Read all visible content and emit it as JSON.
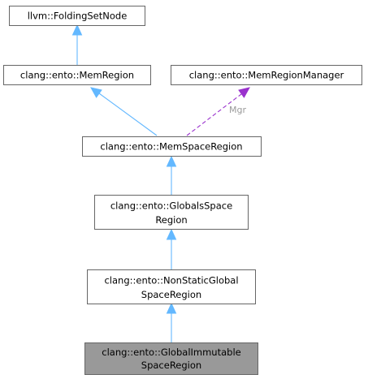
{
  "nodes": {
    "folding_set_node": {
      "label": "llvm::FoldingSetNode"
    },
    "mem_region": {
      "label": "clang::ento::MemRegion"
    },
    "mem_region_manager": {
      "label": "clang::ento::MemRegionManager"
    },
    "mem_space_region": {
      "label": "clang::ento::MemSpaceRegion"
    },
    "globals_space_region": {
      "line1": "clang::ento::GlobalsSpace",
      "line2": "Region"
    },
    "non_static_global_space_region": {
      "line1": "clang::ento::NonStaticGlobal",
      "line2": "SpaceRegion"
    },
    "global_immutable_space_region": {
      "line1": "clang::ento::GlobalImmutable",
      "line2": "SpaceRegion"
    }
  },
  "edges": {
    "mgr_label": "Mgr"
  },
  "colors": {
    "inheritance": "#63b8ff",
    "usage": "#9a32cd",
    "current_node_fill": "#999999",
    "node_border": "#666666"
  }
}
